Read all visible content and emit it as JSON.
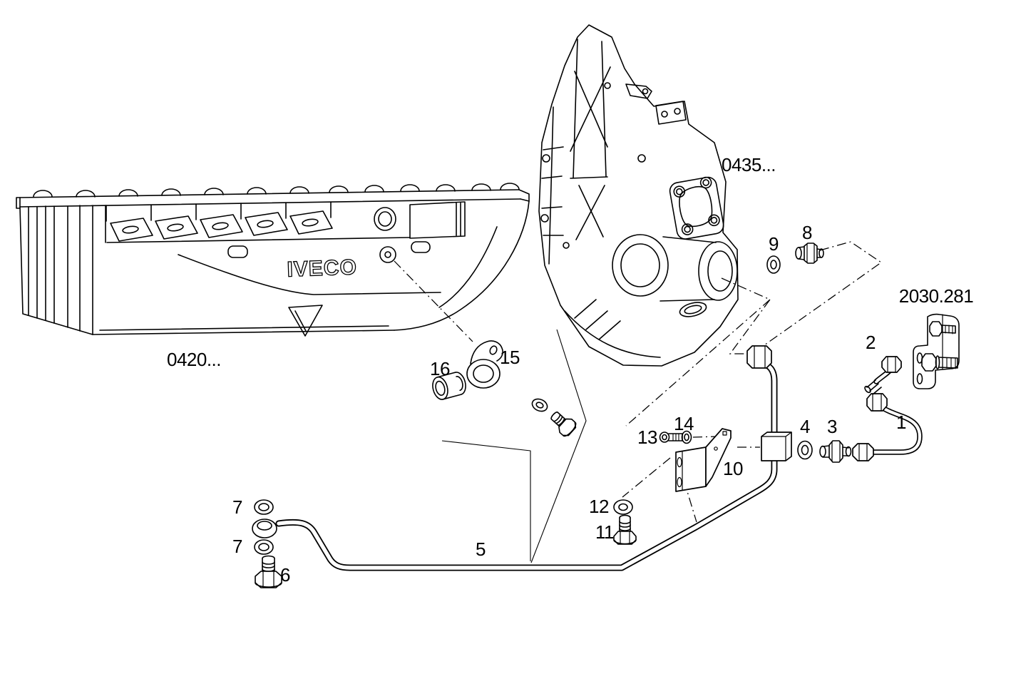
{
  "diagram": {
    "brand_logo": "IVECO",
    "refs": {
      "oil_pan_group": "0420...",
      "flywheel_housing_group": "0435...",
      "bracket_group": "2030.281"
    },
    "callouts": [
      {
        "label": "1"
      },
      {
        "label": "2"
      },
      {
        "label": "3"
      },
      {
        "label": "4"
      },
      {
        "label": "5"
      },
      {
        "label": "6"
      },
      {
        "label": "7"
      },
      {
        "label": "7"
      },
      {
        "label": "8"
      },
      {
        "label": "9"
      },
      {
        "label": "10"
      },
      {
        "label": "11"
      },
      {
        "label": "12"
      },
      {
        "label": "13"
      },
      {
        "label": "14"
      },
      {
        "label": "15"
      },
      {
        "label": "16"
      }
    ],
    "colors": {
      "background": "#ffffff",
      "line_color": "#000000"
    }
  }
}
